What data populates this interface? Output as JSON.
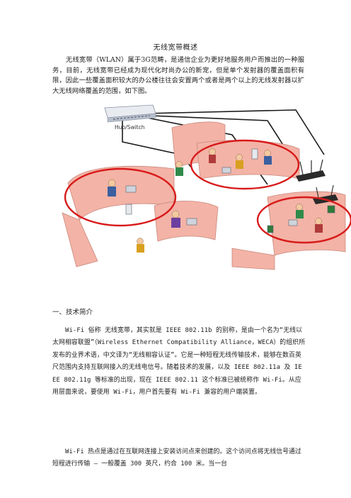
{
  "document": {
    "title": "无线宽带概述",
    "intro": "无线宽带（WLAN）属于3G范畴，是通信企业为更好地服务用户而推出的一种服务，目前，无线宽带已经成为现代化时尚办公的新宠，但是单个发射器的覆盖面积有限，因此一些覆盖面积较大的办公楼往往会安置两个或者是两个以上的无线发射器以扩大无线网络覆盖的范围，如下图。",
    "figure": {
      "hub_label": "Hub/Switch",
      "coverage_color": "#d81a1a",
      "partition_color": "#f3b3a6"
    },
    "section_heading": "一、技术简介",
    "paragraphs": [
      "Wi-Fi 俗称 无线宽带，其实就是 IEEE 802.11b 的别称，是由一个名为“无线以太网相容联盟”（Wireless Ethernet Compatibility Alliance，WECA）的组织所发布的业界术语，中文译为“无线相容认证”。它是一种短程无线传输技术，能够在数百英尺范围内支持互联网接入的无线电信号。随着技术的发展，以及 IEEE 802.11a 及 IEEE 802.11g 等标准的出现，现在 IEEE 802.11 这个标准已被统称作 Wi-Fi。从应用层面来说，要使用 Wi-Fi，用户首先要有 Wi-Fi 兼容的用户端装置。",
      "Wi-Fi 热点是通过在互联网连接上安装访问点来创建的。这个访问点将无线信号通过短程进行传输 – 一般覆盖 300 英尺，约合 100 米。当一台"
    ]
  }
}
